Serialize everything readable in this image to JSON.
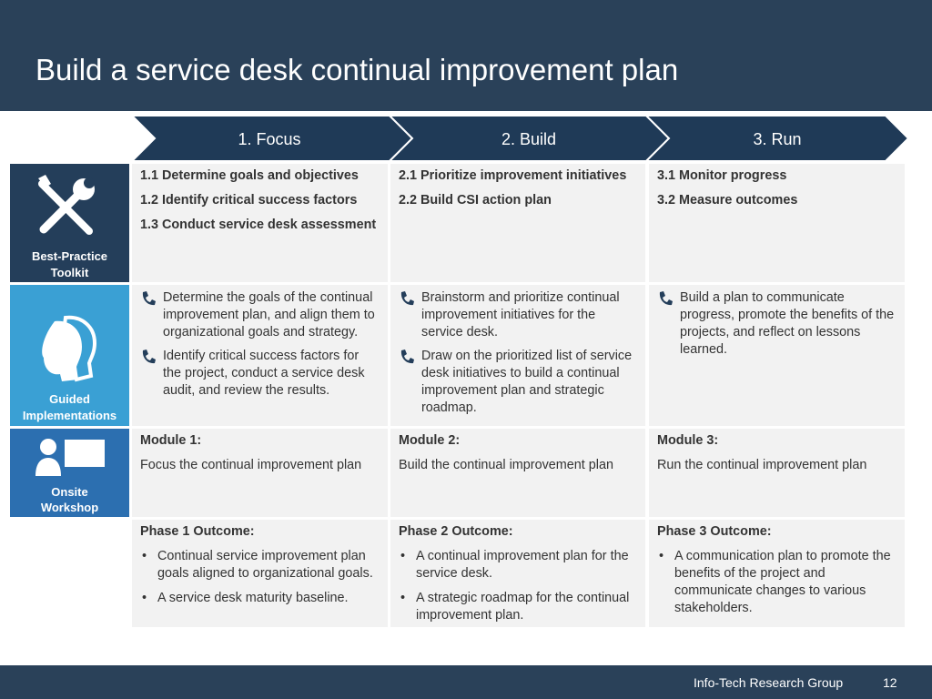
{
  "title": "Build a service desk continual improvement plan",
  "phases": [
    {
      "label": "1. Focus"
    },
    {
      "label": "2. Build"
    },
    {
      "label": "3. Run"
    }
  ],
  "rows": {
    "toolkit": {
      "label_line1": "Best-Practice",
      "label_line2": "Toolkit"
    },
    "guided": {
      "label_line1": "Guided",
      "label_line2": "Implementations"
    },
    "onsite": {
      "label_line1": "Onsite",
      "label_line2": "Workshop"
    }
  },
  "toolkit_cells": [
    [
      "1.1 Determine goals and objectives",
      "1.2 Identify critical success factors",
      "1.3 Conduct service desk assessment"
    ],
    [
      "2.1 Prioritize improvement initiatives",
      "2.2 Build CSI action plan"
    ],
    [
      "3.1 Monitor progress",
      "3.2 Measure outcomes"
    ]
  ],
  "guided_cells": [
    [
      "Determine the goals of the continual improvement plan, and align them to organizational goals and strategy.",
      "Identify critical success factors for the project, conduct a service desk audit, and review the results."
    ],
    [
      "Brainstorm and prioritize continual improvement initiatives for the service desk.",
      "Draw on the prioritized list of service desk initiatives to build a continual improvement plan and strategic roadmap."
    ],
    [
      "Build a plan to communicate progress, promote the benefits of the projects, and reflect on lessons learned."
    ]
  ],
  "onsite_cells": [
    {
      "module": "Module 1:",
      "text": "Focus the continual improvement plan"
    },
    {
      "module": "Module 2:",
      "text": "Build the continual improvement plan"
    },
    {
      "module": "Module 3:",
      "text": "Run the continual improvement plan"
    }
  ],
  "outcome_cells": [
    {
      "heading": "Phase 1 Outcome:",
      "items": [
        "Continual service improvement plan goals aligned to organizational goals.",
        "A service desk maturity baseline."
      ]
    },
    {
      "heading": "Phase 2 Outcome:",
      "items": [
        "A continual improvement plan for the service desk.",
        "A strategic roadmap for the continual improvement plan."
      ]
    },
    {
      "heading": "Phase 3 Outcome:",
      "items": [
        "A communication plan to promote the benefits of the project and communicate changes to various stakeholders."
      ]
    }
  ],
  "bullet_char": "•",
  "footer": {
    "org": "Info-Tech Research Group",
    "page": "12"
  },
  "colors": {
    "header": "#2a4159",
    "chevron": "#1f3a57",
    "toolkit": "#243e5a",
    "guided": "#3aa0d4",
    "onsite": "#2c6fb0",
    "cell": "#f2f2f2"
  }
}
